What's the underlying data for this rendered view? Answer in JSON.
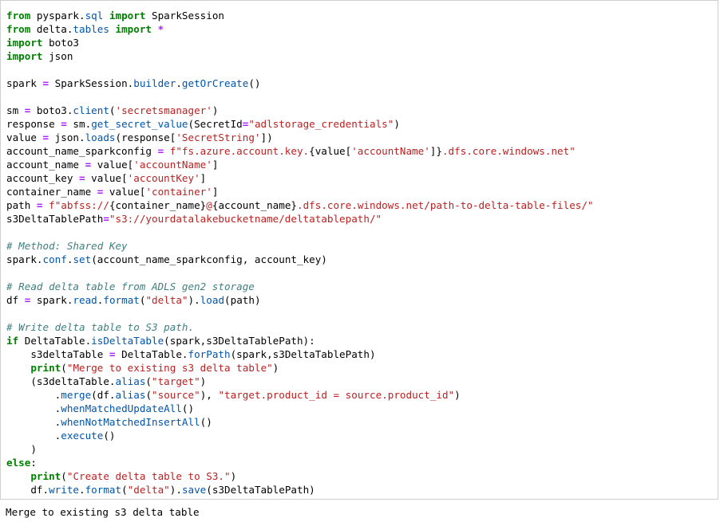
{
  "cell": {
    "lines": [
      [
        {
          "t": "kw",
          "v": "from"
        },
        {
          "t": "",
          "v": " pyspark."
        },
        {
          "t": "attr",
          "v": "sql"
        },
        {
          "t": "",
          "v": " "
        },
        {
          "t": "kw",
          "v": "import"
        },
        {
          "t": "",
          "v": " SparkSession"
        }
      ],
      [
        {
          "t": "kw",
          "v": "from"
        },
        {
          "t": "",
          "v": " delta."
        },
        {
          "t": "attr",
          "v": "tables"
        },
        {
          "t": "",
          "v": " "
        },
        {
          "t": "kw",
          "v": "import"
        },
        {
          "t": "",
          "v": " "
        },
        {
          "t": "op",
          "v": "*"
        }
      ],
      [
        {
          "t": "kw",
          "v": "import"
        },
        {
          "t": "",
          "v": " boto3"
        }
      ],
      [
        {
          "t": "kw",
          "v": "import"
        },
        {
          "t": "",
          "v": " json"
        }
      ],
      [],
      [
        {
          "t": "",
          "v": "spark "
        },
        {
          "t": "op",
          "v": "="
        },
        {
          "t": "",
          "v": " SparkSession."
        },
        {
          "t": "attr",
          "v": "builder"
        },
        {
          "t": "",
          "v": "."
        },
        {
          "t": "attr",
          "v": "getOrCreate"
        },
        {
          "t": "",
          "v": "()"
        }
      ],
      [],
      [
        {
          "t": "",
          "v": "sm "
        },
        {
          "t": "op",
          "v": "="
        },
        {
          "t": "",
          "v": " boto3."
        },
        {
          "t": "attr",
          "v": "client"
        },
        {
          "t": "",
          "v": "("
        },
        {
          "t": "str",
          "v": "'secretsmanager'"
        },
        {
          "t": "",
          "v": ")"
        }
      ],
      [
        {
          "t": "",
          "v": "response "
        },
        {
          "t": "op",
          "v": "="
        },
        {
          "t": "",
          "v": " sm."
        },
        {
          "t": "attr",
          "v": "get_secret_value"
        },
        {
          "t": "",
          "v": "(SecretId"
        },
        {
          "t": "op",
          "v": "="
        },
        {
          "t": "str",
          "v": "\"adlstorage_credentials\""
        },
        {
          "t": "",
          "v": ")"
        }
      ],
      [
        {
          "t": "",
          "v": "value "
        },
        {
          "t": "op",
          "v": "="
        },
        {
          "t": "",
          "v": " json."
        },
        {
          "t": "attr",
          "v": "loads"
        },
        {
          "t": "",
          "v": "(response["
        },
        {
          "t": "str",
          "v": "'SecretString'"
        },
        {
          "t": "",
          "v": "])"
        }
      ],
      [
        {
          "t": "",
          "v": "account_name_sparkconfig "
        },
        {
          "t": "op",
          "v": "="
        },
        {
          "t": "",
          "v": " "
        },
        {
          "t": "str",
          "v": "f\"fs.azure.account.key."
        },
        {
          "t": "",
          "v": "{value["
        },
        {
          "t": "str",
          "v": "'accountName'"
        },
        {
          "t": "",
          "v": "]}"
        },
        {
          "t": "str",
          "v": ".dfs.core.windows.net\""
        }
      ],
      [
        {
          "t": "",
          "v": "account_name "
        },
        {
          "t": "op",
          "v": "="
        },
        {
          "t": "",
          "v": " value["
        },
        {
          "t": "str",
          "v": "'accountName'"
        },
        {
          "t": "",
          "v": "]"
        }
      ],
      [
        {
          "t": "",
          "v": "account_key "
        },
        {
          "t": "op",
          "v": "="
        },
        {
          "t": "",
          "v": " value["
        },
        {
          "t": "str",
          "v": "'accountKey'"
        },
        {
          "t": "",
          "v": "]"
        }
      ],
      [
        {
          "t": "",
          "v": "container_name "
        },
        {
          "t": "op",
          "v": "="
        },
        {
          "t": "",
          "v": " value["
        },
        {
          "t": "str",
          "v": "'container'"
        },
        {
          "t": "",
          "v": "]"
        }
      ],
      [
        {
          "t": "",
          "v": "path "
        },
        {
          "t": "op",
          "v": "="
        },
        {
          "t": "",
          "v": " "
        },
        {
          "t": "str",
          "v": "f\"abfss://"
        },
        {
          "t": "",
          "v": "{container_name}"
        },
        {
          "t": "str",
          "v": "@"
        },
        {
          "t": "",
          "v": "{account_name}"
        },
        {
          "t": "str",
          "v": ".dfs.core.windows.net/path-to-delta-table-files/\""
        }
      ],
      [
        {
          "t": "",
          "v": "s3DeltaTablePath"
        },
        {
          "t": "op",
          "v": "="
        },
        {
          "t": "str",
          "v": "\"s3://yourdatalakebucketname/deltatablepath/\""
        }
      ],
      [],
      [
        {
          "t": "cm",
          "v": "# Method: Shared Key"
        }
      ],
      [
        {
          "t": "",
          "v": "spark."
        },
        {
          "t": "attr",
          "v": "conf"
        },
        {
          "t": "",
          "v": "."
        },
        {
          "t": "attr",
          "v": "set"
        },
        {
          "t": "",
          "v": "(account_name_sparkconfig, account_key)"
        }
      ],
      [],
      [
        {
          "t": "cm",
          "v": "# Read delta table from ADLS gen2 storage"
        }
      ],
      [
        {
          "t": "",
          "v": "df "
        },
        {
          "t": "op",
          "v": "="
        },
        {
          "t": "",
          "v": " spark."
        },
        {
          "t": "attr",
          "v": "read"
        },
        {
          "t": "",
          "v": "."
        },
        {
          "t": "attr",
          "v": "format"
        },
        {
          "t": "",
          "v": "("
        },
        {
          "t": "str",
          "v": "\"delta\""
        },
        {
          "t": "",
          "v": ")."
        },
        {
          "t": "attr",
          "v": "load"
        },
        {
          "t": "",
          "v": "(path)"
        }
      ],
      [],
      [
        {
          "t": "cm",
          "v": "# Write delta table to S3 path."
        }
      ],
      [
        {
          "t": "kw",
          "v": "if"
        },
        {
          "t": "",
          "v": " DeltaTable."
        },
        {
          "t": "attr",
          "v": "isDeltaTable"
        },
        {
          "t": "",
          "v": "(spark,s3DeltaTablePath):"
        }
      ],
      [
        {
          "t": "",
          "v": "    s3deltaTable "
        },
        {
          "t": "op",
          "v": "="
        },
        {
          "t": "",
          "v": " DeltaTable."
        },
        {
          "t": "attr",
          "v": "forPath"
        },
        {
          "t": "",
          "v": "(spark,s3DeltaTablePath)"
        }
      ],
      [
        {
          "t": "",
          "v": "    "
        },
        {
          "t": "kw",
          "v": "print"
        },
        {
          "t": "",
          "v": "("
        },
        {
          "t": "str",
          "v": "\"Merge to existing s3 delta table\""
        },
        {
          "t": "",
          "v": ")"
        }
      ],
      [
        {
          "t": "",
          "v": "    (s3deltaTable."
        },
        {
          "t": "attr",
          "v": "alias"
        },
        {
          "t": "",
          "v": "("
        },
        {
          "t": "str",
          "v": "\"target\""
        },
        {
          "t": "",
          "v": ")"
        }
      ],
      [
        {
          "t": "",
          "v": "        ."
        },
        {
          "t": "attr",
          "v": "merge"
        },
        {
          "t": "",
          "v": "(df."
        },
        {
          "t": "attr",
          "v": "alias"
        },
        {
          "t": "",
          "v": "("
        },
        {
          "t": "str",
          "v": "\"source\""
        },
        {
          "t": "",
          "v": "), "
        },
        {
          "t": "str",
          "v": "\"target.product_id = source.product_id\""
        },
        {
          "t": "",
          "v": ")"
        }
      ],
      [
        {
          "t": "",
          "v": "        ."
        },
        {
          "t": "attr",
          "v": "whenMatchedUpdateAll"
        },
        {
          "t": "",
          "v": "()"
        }
      ],
      [
        {
          "t": "",
          "v": "        ."
        },
        {
          "t": "attr",
          "v": "whenNotMatchedInsertAll"
        },
        {
          "t": "",
          "v": "()"
        }
      ],
      [
        {
          "t": "",
          "v": "        ."
        },
        {
          "t": "attr",
          "v": "execute"
        },
        {
          "t": "",
          "v": "()"
        }
      ],
      [
        {
          "t": "",
          "v": "    )"
        }
      ],
      [
        {
          "t": "kw",
          "v": "else"
        },
        {
          "t": "",
          "v": ":"
        }
      ],
      [
        {
          "t": "",
          "v": "    "
        },
        {
          "t": "kw",
          "v": "print"
        },
        {
          "t": "",
          "v": "("
        },
        {
          "t": "str",
          "v": "\"Create delta table to S3.\""
        },
        {
          "t": "",
          "v": ")"
        }
      ],
      [
        {
          "t": "",
          "v": "    df."
        },
        {
          "t": "attr",
          "v": "write"
        },
        {
          "t": "",
          "v": "."
        },
        {
          "t": "attr",
          "v": "format"
        },
        {
          "t": "",
          "v": "("
        },
        {
          "t": "str",
          "v": "\"delta\""
        },
        {
          "t": "",
          "v": ")."
        },
        {
          "t": "attr",
          "v": "save"
        },
        {
          "t": "",
          "v": "(s3DeltaTablePath)"
        }
      ]
    ]
  },
  "output": {
    "text": "Merge to existing s3 delta table"
  },
  "colors": {
    "keyword": "#008000",
    "operator": "#aa22ff",
    "attribute": "#0055aa",
    "string": "#ba2121",
    "comment": "#408080",
    "cell_border": "#cfcfcf"
  }
}
